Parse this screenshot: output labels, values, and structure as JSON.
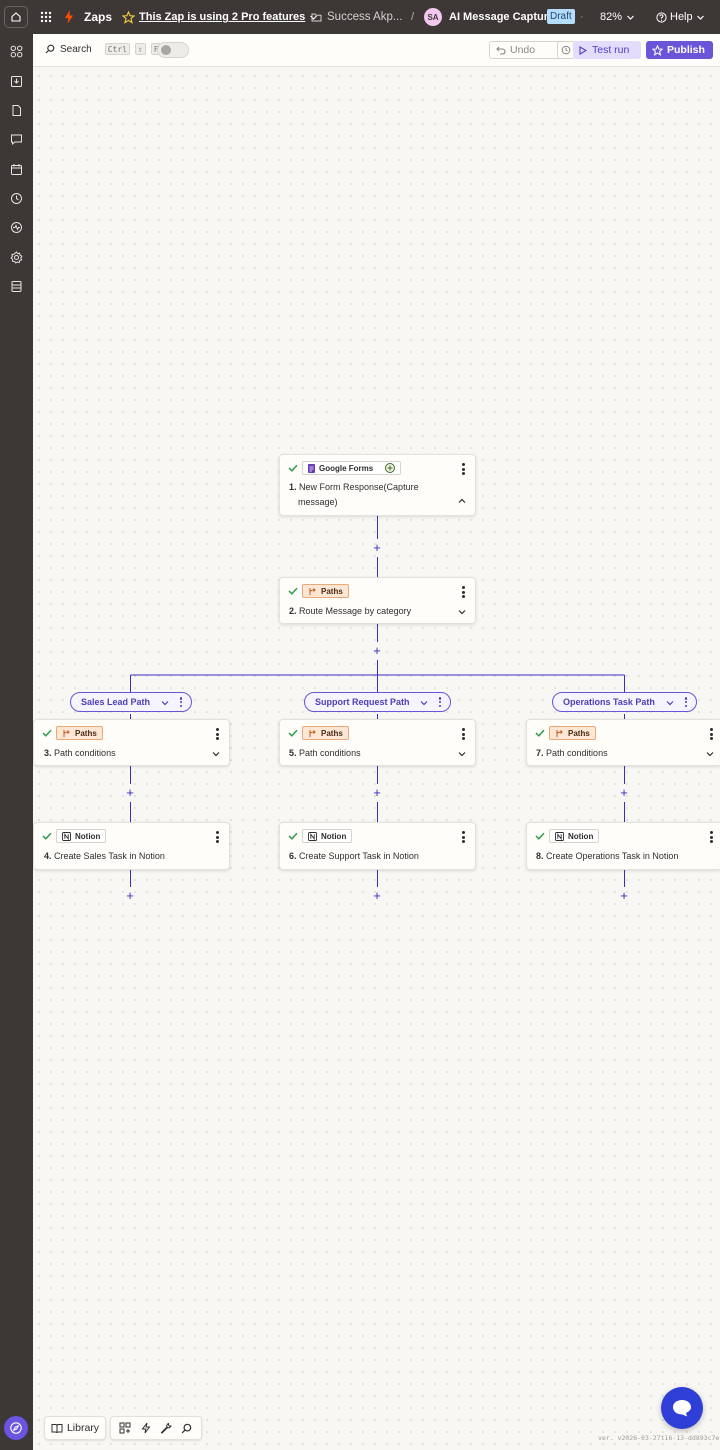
{
  "topbar": {
    "app_label": "Zaps",
    "pro_features": "This Zap is using 2 Pro features",
    "folder": "Success Akp...",
    "separator": "/",
    "avatar_initials": "SA",
    "zap_name": "AI Message Capture",
    "status": "Draft",
    "zoom": "82%",
    "help": "Help"
  },
  "toolbar": {
    "search_label": "Search",
    "search_keys": [
      "Ctrl",
      "⇧",
      "F"
    ],
    "undo_label": "Undo",
    "test_label": "Test run",
    "publish_label": "Publish"
  },
  "steps": [
    {
      "app": "Google Forms",
      "number": "1.",
      "title_line1": "New Form Response(Capture",
      "title_line2": "message)"
    },
    {
      "app": "Paths",
      "number": "2.",
      "title": "Route Message by category"
    },
    {
      "app": "Paths",
      "number": "3.",
      "title": "Path conditions"
    },
    {
      "app": "Notion",
      "number": "4.",
      "title": "Create Sales Task in Notion"
    },
    {
      "app": "Paths",
      "number": "5.",
      "title": "Path conditions"
    },
    {
      "app": "Notion",
      "number": "6.",
      "title": "Create Support Task in Notion"
    },
    {
      "app": "Paths",
      "number": "7.",
      "title": "Path conditions"
    },
    {
      "app": "Notion",
      "number": "8.",
      "title": "Create Operations Task in Notion"
    }
  ],
  "paths": [
    {
      "label": "Sales Lead Path"
    },
    {
      "label": "Support Request Path"
    },
    {
      "label": "Operations Task Path"
    }
  ],
  "bottom": {
    "library_label": "Library"
  },
  "version": "ver. v2026-03-27t16-13-dd893c7e",
  "colors": {
    "accent": "#6a55d9",
    "connector": "#3a2ec0",
    "zapier_orange": "#ff4f00",
    "success": "#2f9b4a",
    "paths_badge": "#fde7d4"
  }
}
